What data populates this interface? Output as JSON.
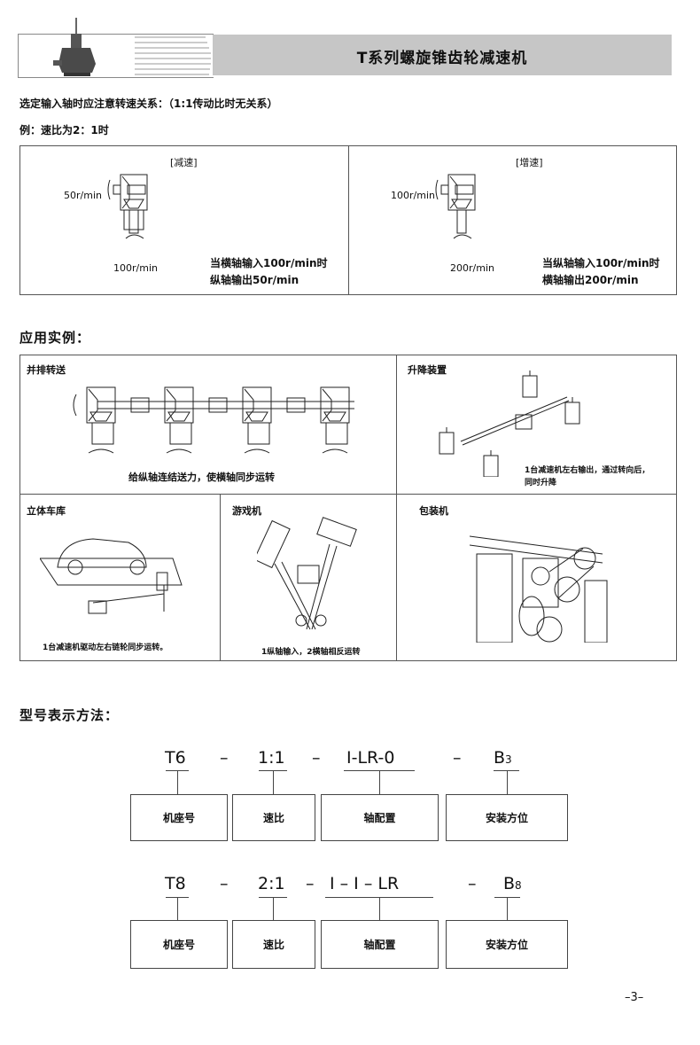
{
  "header": {
    "title": "T系列螺旋锥齿轮减速机"
  },
  "intro": {
    "line1": "选定输入轴时应注意转速关系：（1:1传动比时无关系）",
    "line2": "例：速比为2：1时"
  },
  "speed_box": {
    "reduce": {
      "title": "[减速]",
      "input_speed": "50r/min",
      "output_speed": "100r/min",
      "note1": "当横轴输入100r/min时",
      "note2": "纵轴输出50r/min"
    },
    "increase": {
      "title": "[增速]",
      "input_speed": "100r/min",
      "output_speed": "200r/min",
      "note1": "当纵轴输入100r/min时",
      "note2": "横轴输出200r/min"
    }
  },
  "applications": {
    "title": "应用实例：",
    "items": [
      {
        "title": "并排转送",
        "caption": "给纵轴连结送力，使横轴同步运转"
      },
      {
        "title": "升降装置",
        "caption1": "1台减速机左右输出，通过转向后，",
        "caption2": "同时升降"
      },
      {
        "title": "立体车库",
        "caption": "1台减速机驱动左右链轮同步运转。"
      },
      {
        "title": "游戏机",
        "caption": "1纵轴输入，2横轴相反运转"
      },
      {
        "title": "包装机"
      }
    ]
  },
  "model": {
    "title": "型号表示方法：",
    "rows": [
      {
        "codes": [
          "T6",
          "1:1",
          "I-LR-0",
          "B3"
        ],
        "sub": "3"
      },
      {
        "codes": [
          "T8",
          "2:1",
          "I – I – LR",
          "B8"
        ],
        "sub": "8"
      }
    ],
    "separator": "–",
    "labels": [
      "机座号",
      "速比",
      "轴配置",
      "安装方位"
    ]
  },
  "page_number": "–3–"
}
